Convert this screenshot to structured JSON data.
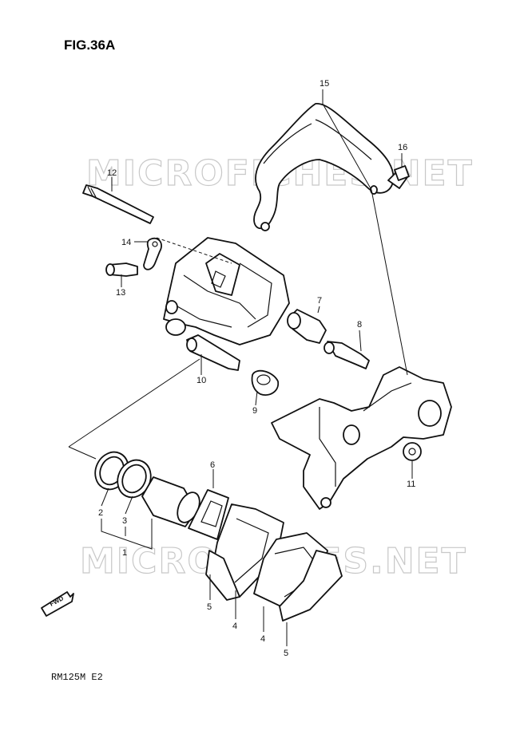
{
  "figure_title": "FIG.36A",
  "model_code": "RM125M E2",
  "watermark": "MICROFICHES.NET",
  "fwd_label": "FWD",
  "callouts": {
    "c1": "1",
    "c2": "2",
    "c3": "3",
    "c4a": "4",
    "c4b": "4",
    "c5a": "5",
    "c5b": "5",
    "c6": "6",
    "c7": "7",
    "c8": "8",
    "c9": "9",
    "c10": "10",
    "c11": "11",
    "c12": "12",
    "c13": "13",
    "c14": "14",
    "c15": "15",
    "c16": "16"
  }
}
